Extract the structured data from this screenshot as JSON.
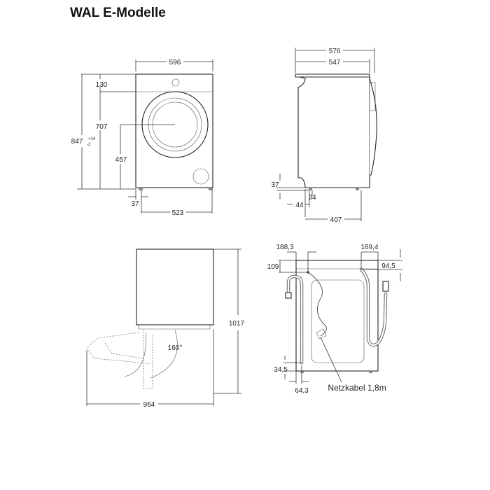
{
  "title": "WAL E-Modelle",
  "front_view": {
    "width": "596",
    "top_panel": "130",
    "door_top": "707",
    "height": "847",
    "height_tol_plus": "+14",
    "height_tol_minus": "-2",
    "door_center": "457",
    "foot_offset": "37",
    "foot_span": "523"
  },
  "side_view": {
    "depth_total": "576",
    "depth_body": "547",
    "foot_height": "37",
    "foot_depth": "34",
    "foot_offset": "44",
    "foot_span": "407"
  },
  "top_view": {
    "height": "1017",
    "door_angle": "160°",
    "depth_door_open": "964"
  },
  "back_view": {
    "inlet_left": "188,3",
    "inlet_right": "169,4",
    "top_offset": "109",
    "right_top_offset": "94,5",
    "bottom_offset": "34,5",
    "left_offset": "64,3",
    "cable_label": "Netzkabel 1,8m"
  }
}
